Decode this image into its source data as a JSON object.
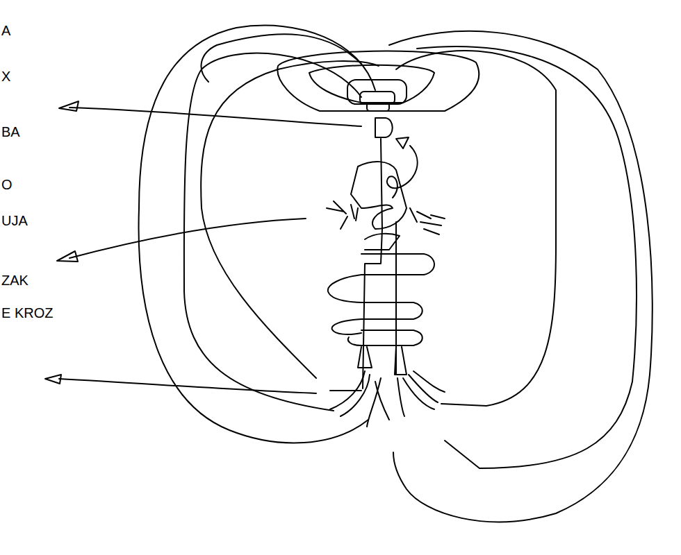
{
  "diagram": {
    "labels": [
      "A",
      "X",
      "BA",
      "O",
      "UJA",
      "ZAK",
      "E KROZ"
    ]
  }
}
